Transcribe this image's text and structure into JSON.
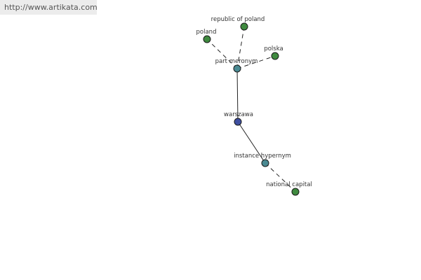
{
  "source": {
    "url": "http://www.artikata.com"
  },
  "colors": {
    "center": "#3f4fa0",
    "relation": "#4a8a92",
    "term": "#3f8a3f"
  },
  "graph": {
    "nodes": [
      {
        "id": "warszawa",
        "label": "warszawa",
        "kind": "center"
      },
      {
        "id": "part-meronym",
        "label": "part meronym",
        "kind": "relation"
      },
      {
        "id": "instance-hypernym",
        "label": "instance hypernym",
        "kind": "relation"
      },
      {
        "id": "poland",
        "label": "poland",
        "kind": "term"
      },
      {
        "id": "republic-of-poland",
        "label": "republic of poland",
        "kind": "term"
      },
      {
        "id": "polska",
        "label": "polska",
        "kind": "term"
      },
      {
        "id": "national-capital",
        "label": "national capital",
        "kind": "term"
      }
    ],
    "edges": [
      {
        "from": "warszawa",
        "to": "part-meronym",
        "style": "solid"
      },
      {
        "from": "warszawa",
        "to": "instance-hypernym",
        "style": "solid"
      },
      {
        "from": "part-meronym",
        "to": "poland",
        "style": "dashed"
      },
      {
        "from": "part-meronym",
        "to": "republic-of-poland",
        "style": "dashed"
      },
      {
        "from": "part-meronym",
        "to": "polska",
        "style": "dashed"
      },
      {
        "from": "instance-hypernym",
        "to": "national-capital",
        "style": "dashed"
      }
    ]
  }
}
